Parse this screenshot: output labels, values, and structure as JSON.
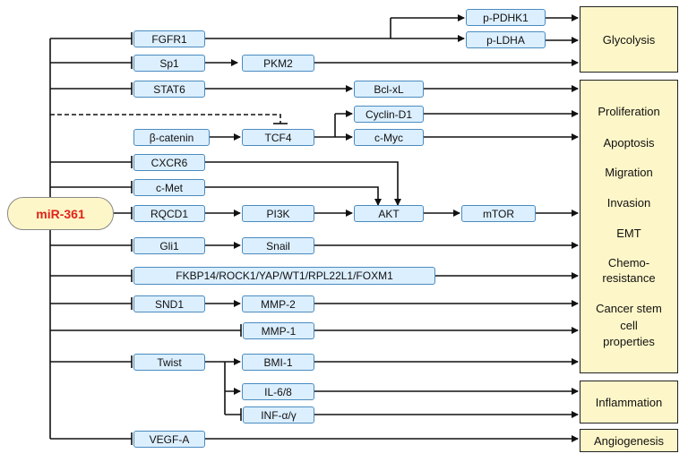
{
  "mirna": "miR-361",
  "targets": {
    "fgfr1": "FGFR1",
    "sp1": "Sp1",
    "stat6": "STAT6",
    "b_catenin": "β-catenin",
    "cxcr6": "CXCR6",
    "c_met": "c-Met",
    "rqcd1": "RQCD1",
    "gli1": "Gli1",
    "fkbp14": "FKBP14/ROCK1/YAP/WT1/RPL22L1/FOXM1",
    "snd1": "SND1",
    "twist": "Twist",
    "vegfa": "VEGF-A"
  },
  "intermediates": {
    "p_pdhk1": "p-PDHK1",
    "p_ldha": "p-LDHA",
    "pkm2": "PKM2",
    "bcl_xl": "Bcl-xL",
    "cyclin_d1": "Cyclin-D1",
    "tcf4": "TCF4",
    "c_myc": "c-Myc",
    "pi3k": "PI3K",
    "akt": "AKT",
    "mtor": "mTOR",
    "snail": "Snail",
    "mmp2": "MMP-2",
    "mmp1": "MMP-1",
    "bmi1": "BMI-1",
    "il68": "IL-6/8",
    "inf": "INF-α/γ"
  },
  "outcomes": {
    "glycolysis": "Glycolysis",
    "proliferation": "Proliferation",
    "apoptosis": "Apoptosis",
    "migration": "Migration",
    "invasion": "Invasion",
    "emt": "EMT",
    "chemo1": "Chemo-",
    "chemo2": "resistance",
    "csc1": "Cancer stem",
    "csc2": "cell",
    "csc3": "properties",
    "inflammation": "Inflammation",
    "angiogenesis": "Angiogenesis"
  }
}
